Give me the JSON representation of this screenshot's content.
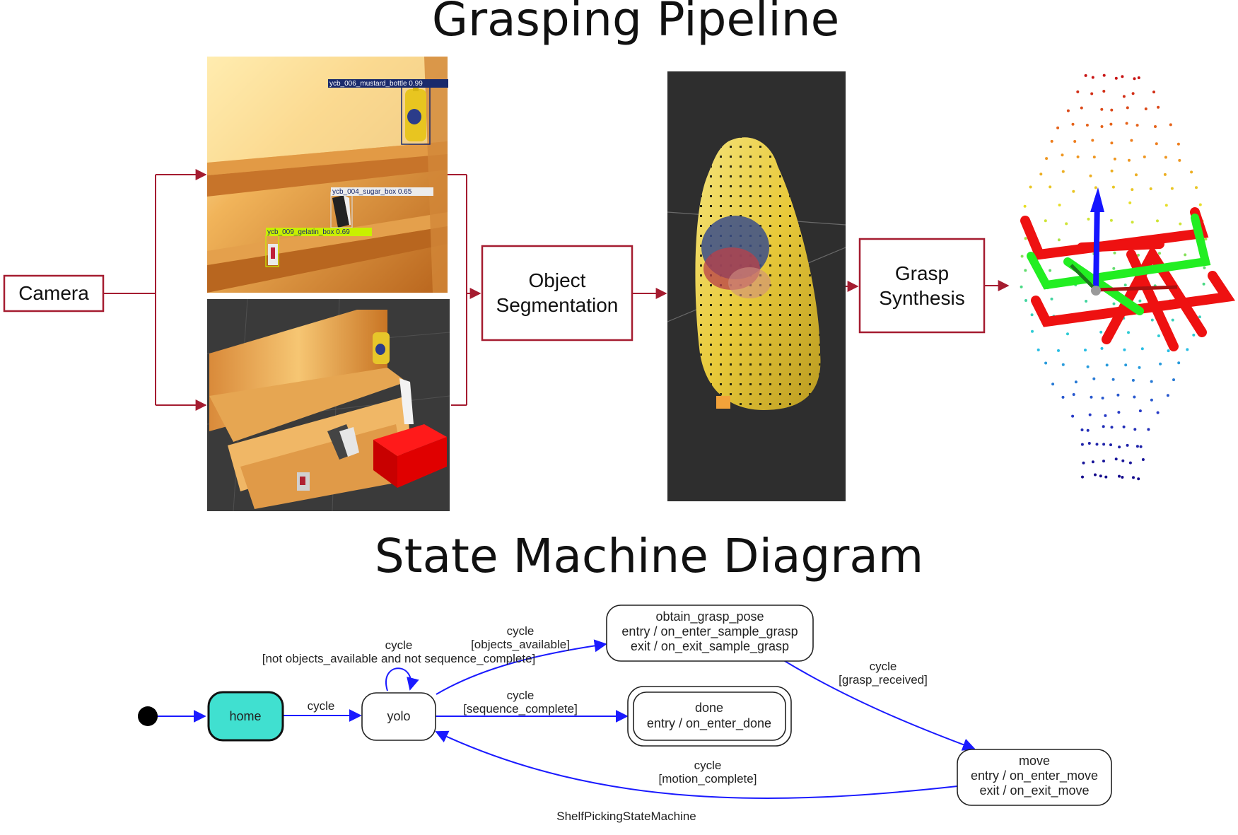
{
  "pipeline": {
    "title": "Grasping Pipeline",
    "blocks": {
      "camera": "Camera",
      "segmentation_line1": "Object",
      "segmentation_line2": "Segmentation",
      "grasp_line1": "Grasp",
      "grasp_line2": "Synthesis"
    },
    "detections": [
      {
        "label": "ycb_006_mustard_bottle  0.99",
        "color": "#1a2a6c"
      },
      {
        "label": "ycb_004_sugar_box  0.65",
        "color": "#d8d8d8"
      },
      {
        "label": "ycb_009_gelatin_box  0.69",
        "color": "#c8f000"
      }
    ],
    "colors": {
      "arrow": "#a51c30",
      "box": "#a51c30"
    }
  },
  "state_machine": {
    "title": "State Machine Diagram",
    "caption": "ShelfPickingStateMachine",
    "states": {
      "home": "home",
      "yolo": "yolo",
      "obtain": [
        "obtain_grasp_pose",
        "entry / on_enter_sample_grasp",
        "exit / on_exit_sample_grasp"
      ],
      "done": [
        "done",
        "entry / on_enter_done"
      ],
      "move": [
        "move",
        "entry / on_enter_move",
        "exit / on_exit_move"
      ]
    },
    "transitions": {
      "home_yolo": [
        "cycle"
      ],
      "yolo_self": [
        "cycle",
        "[not objects_available and not sequence_complete]"
      ],
      "yolo_obtain": [
        "cycle",
        "[objects_available]"
      ],
      "yolo_done": [
        "cycle",
        "[sequence_complete]"
      ],
      "obtain_move": [
        "cycle",
        "[grasp_received]"
      ],
      "move_yolo": [
        "cycle",
        "[motion_complete]"
      ]
    },
    "colors": {
      "edge": "#1a1aff",
      "home_fill": "#40e0d0"
    }
  }
}
